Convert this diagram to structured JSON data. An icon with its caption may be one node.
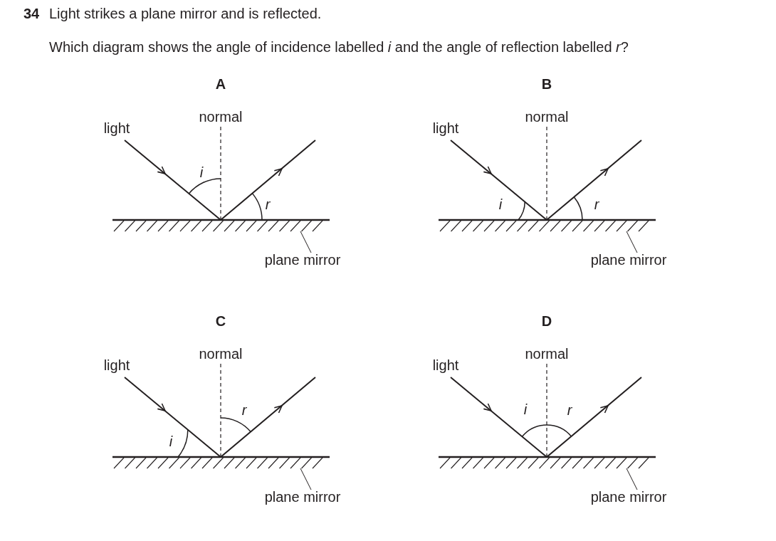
{
  "diagram": {
    "nodes": [
      {
        "text": [
          "plane mirror"
        ]
      },
      {
        "text": [],
        "shape": "bar"
      },
      {
        "text": [
          "plane mirror"
        ]
      },
      {
        "text": [],
        "shape": "bar"
      },
      {
        "text": [
          "plane mirror"
        ]
      },
      {
        "text": [],
        "shape": "bar"
      },
      {
        "text": [
          "plane mirror"
        ]
      },
      {
        "text": [],
        "shape": "bar"
      }
    ],
    "edges": [
      {
        "from": 0,
        "to": 1,
        "arrow": "none"
      },
      {
        "from": 2,
        "to": 3,
        "arrow": "none"
      },
      {
        "from": 4,
        "to": 5,
        "arrow": "none"
      },
      {
        "from": 6,
        "to": 7,
        "arrow": "none"
      }
    ],
    "labels": [
      "34",
      "Light strikes a plane mirror and is reflected.",
      "Which diagram shows the angle of incidence labelled *i* and the angle of reflection labelled *r*?",
      "A",
      "light",
      "normal",
      "i",
      "r",
      "B",
      "light",
      "normal",
      "i",
      "r",
      "C",
      "light",
      "normal",
      "i",
      "r",
      "D",
      "light",
      "normal",
      "i",
      "r"
    ]
  }
}
